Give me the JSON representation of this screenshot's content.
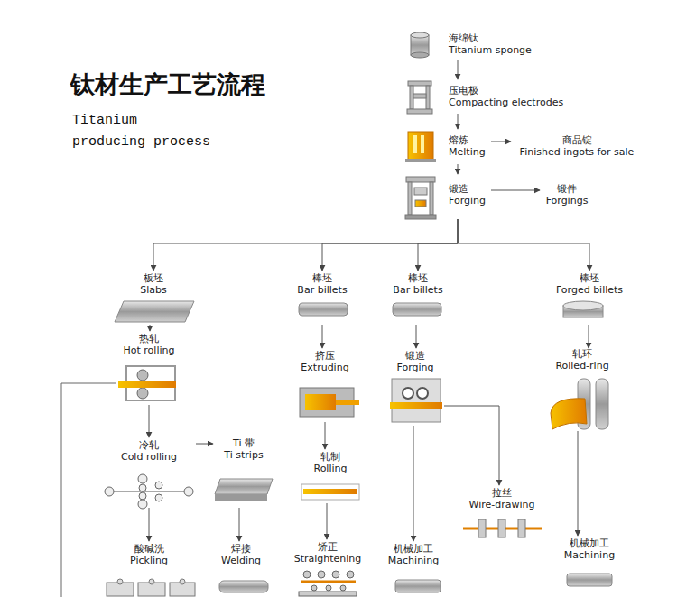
{
  "diagram": {
    "title": "钛材生产工艺流程",
    "nodes": [
      {
        "text": [
          "海绵钛",
          "Titanium sponge"
        ]
      },
      {
        "text": [
          "压电极",
          "Compacting electrodes"
        ]
      },
      {
        "text": [
          "熔炼",
          "Melting"
        ]
      },
      {
        "text": [
          "商品锭",
          "Finished ingots for sale"
        ]
      },
      {
        "text": [
          "锻造",
          "Forging"
        ]
      },
      {
        "text": [
          "锻件",
          "Forgings"
        ]
      },
      {
        "text": [
          "板坯",
          "Slabs"
        ]
      },
      {
        "text": [
          "棒坯",
          "Bar billets"
        ]
      },
      {
        "text": [
          "棒坯",
          "Bar billets"
        ]
      },
      {
        "text": [
          "棒坯",
          "Forged billets"
        ]
      },
      {
        "text": [
          "热轧",
          "Hot rolling"
        ]
      },
      {
        "text": [
          "挤压",
          "Extruding"
        ]
      },
      {
        "text": [
          "锻造",
          "Forging"
        ]
      },
      {
        "text": [
          "轧环",
          "Rolled-ring"
        ]
      },
      {
        "text": [
          "冷轧",
          "Cold rolling"
        ]
      },
      {
        "text": [
          "Ti 带",
          "Ti strips"
        ]
      },
      {
        "text": [
          "轧制",
          "Rolling"
        ]
      },
      {
        "text": [
          "拉丝",
          "Wire-drawing"
        ]
      },
      {
        "text": [
          "矫正",
          "Straightening"
        ]
      },
      {
        "text": [
          "酸碱洗",
          "Pickling"
        ]
      },
      {
        "text": [
          "焊接",
          "Welding"
        ]
      },
      {
        "text": [
          "机械加工",
          "Machining"
        ]
      },
      {
        "text": [
          "机械加工",
          "Machining"
        ]
      }
    ],
    "edges": [
      {
        "from": 0,
        "to": 1,
        "arrow": "to"
      },
      {
        "from": 1,
        "to": 2,
        "arrow": "to"
      },
      {
        "from": 2,
        "to": 3,
        "arrow": "to"
      },
      {
        "from": 2,
        "to": 4,
        "arrow": "to"
      },
      {
        "from": 4,
        "to": 5,
        "arrow": "to"
      },
      {
        "from": 4,
        "to": 6,
        "arrow": "to"
      },
      {
        "from": 4,
        "to": 7,
        "arrow": "to"
      },
      {
        "from": 4,
        "to": 8,
        "arrow": "to"
      },
      {
        "from": 4,
        "to": 9,
        "arrow": "to"
      },
      {
        "from": 6,
        "to": 10,
        "arrow": "to"
      },
      {
        "from": 7,
        "to": 11,
        "arrow": "to"
      },
      {
        "from": 8,
        "to": 12,
        "arrow": "to"
      },
      {
        "from": 9,
        "to": 13,
        "arrow": "to"
      },
      {
        "from": 10,
        "to": 14,
        "arrow": "to"
      },
      {
        "from": 11,
        "to": 16,
        "arrow": "to"
      },
      {
        "from": 12,
        "to": 17,
        "arrow": "to"
      },
      {
        "from": 12,
        "to": 21,
        "arrow": "to"
      },
      {
        "from": 13,
        "to": 22,
        "arrow": "to"
      },
      {
        "from": 14,
        "to": 15,
        "arrow": "to"
      },
      {
        "from": 14,
        "to": 19,
        "arrow": "to"
      },
      {
        "from": 15,
        "to": 20,
        "arrow": "to"
      },
      {
        "from": 16,
        "to": 18,
        "arrow": "to"
      }
    ],
    "labels": [
      "Titanium producing process"
    ]
  }
}
